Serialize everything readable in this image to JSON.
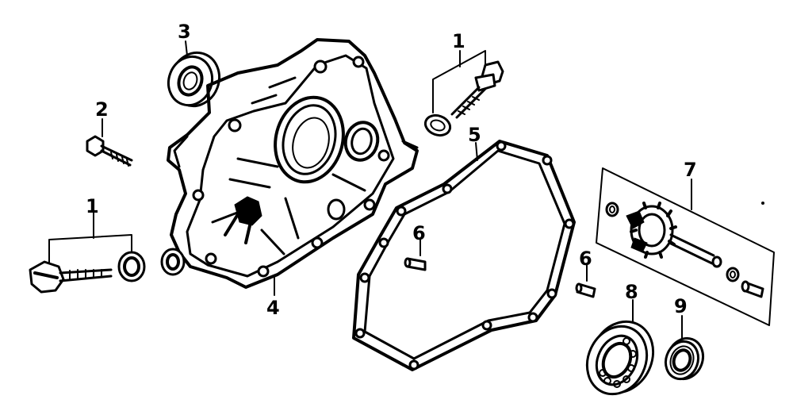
{
  "callouts": {
    "c1a": "1",
    "c1b": "1",
    "c2": "2",
    "c3": "3",
    "c4": "4",
    "c5": "5",
    "c6a": "6",
    "c6b": "6",
    "c7": "7",
    "c8": "8",
    "c9": "9"
  },
  "colors": {
    "ink": "#000000",
    "paper": "#ffffff"
  }
}
